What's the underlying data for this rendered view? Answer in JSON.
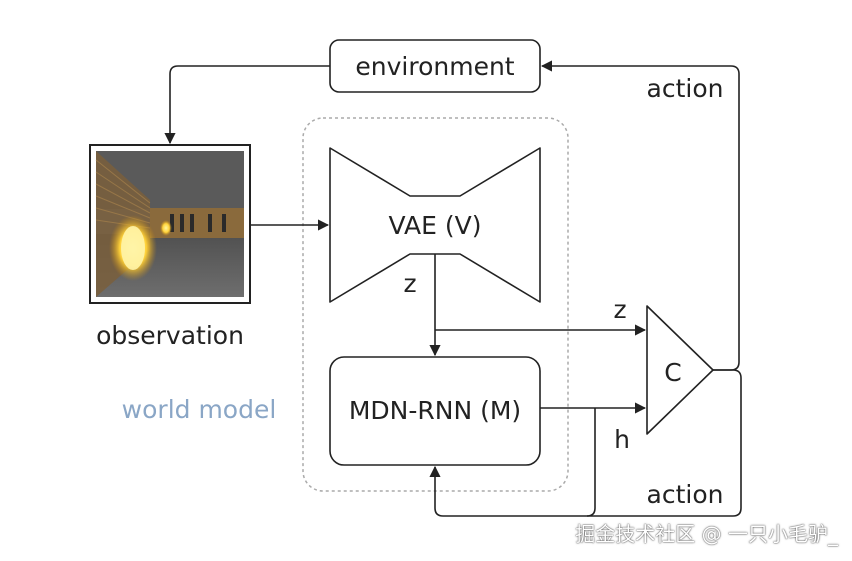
{
  "diagram": {
    "nodes": {
      "environment": "environment",
      "vae": "VAE (V)",
      "mdn_rnn": "MDN-RNN (M)",
      "controller": "C",
      "observation": "observation",
      "world_model": "world model"
    },
    "edges": {
      "action_top": "action",
      "action_bottom": "action",
      "z_down": "z",
      "z_to_c": "z",
      "h_to_c": "h"
    },
    "observation_image": "game-frame-thumbnail",
    "colors": {
      "stroke": "#222222",
      "text": "#222222",
      "world_model_label": "#8aa6c6",
      "dashed_border": "#aaaaaa"
    }
  },
  "watermark": "掘金技术社区 @ 一只小毛驴_"
}
